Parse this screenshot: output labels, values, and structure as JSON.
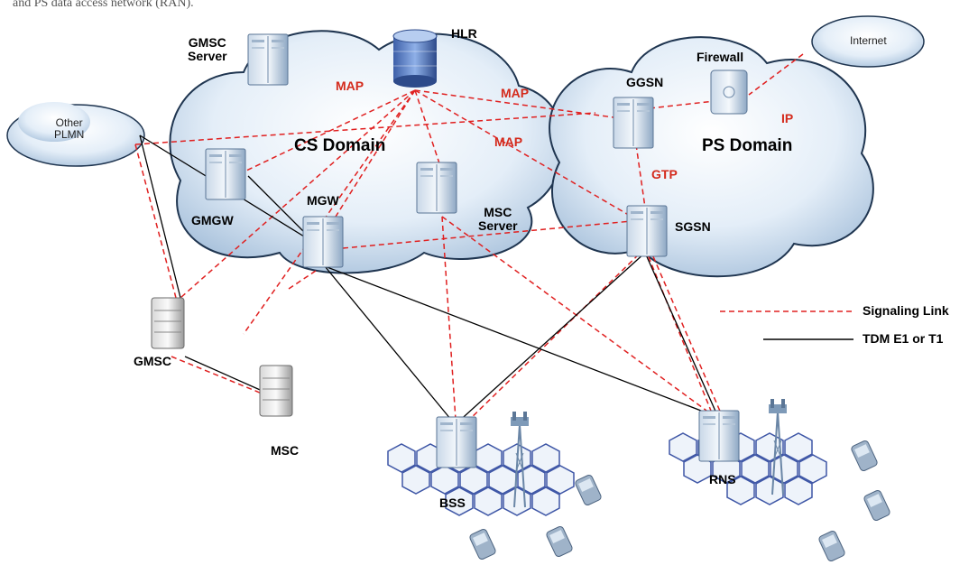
{
  "caption": "and PS data access network (RAN).",
  "colors": {
    "signaling": "#e02020",
    "tdm": "#000000",
    "cloud_fill": "#dfeaf6",
    "cloud_edge": "#1f3550",
    "protocol_label": "#d42a1c"
  },
  "clouds": {
    "other_plmn": "Other\nPLMN",
    "internet": "Internet",
    "cs_domain": "CS Domain",
    "ps_domain": "PS Domain"
  },
  "nodes": {
    "gmsc_server": "GMSC\nServer",
    "hlr": "HLR",
    "gmgw": "GMGW",
    "mgw": "MGW",
    "msc_server": "MSC\nServer",
    "ggsn": "GGSN",
    "firewall": "Firewall",
    "sgsn": "SGSN",
    "gmsc": "GMSC",
    "msc": "MSC",
    "bss": "BSS",
    "rns": "RNS"
  },
  "protocols": {
    "map_1": "MAP",
    "map_2": "MAP",
    "map_3": "MAP",
    "ip": "IP",
    "gtp": "GTP"
  },
  "legend": {
    "signaling_link": "Signaling Link",
    "tdm_link": "TDM E1 or T1"
  },
  "icons": [
    "server-rack-icon",
    "database-cylinder-icon",
    "firewall-icon",
    "cell-tower-icon",
    "mobile-phone-icon",
    "hex-cell-grid-icon"
  ]
}
